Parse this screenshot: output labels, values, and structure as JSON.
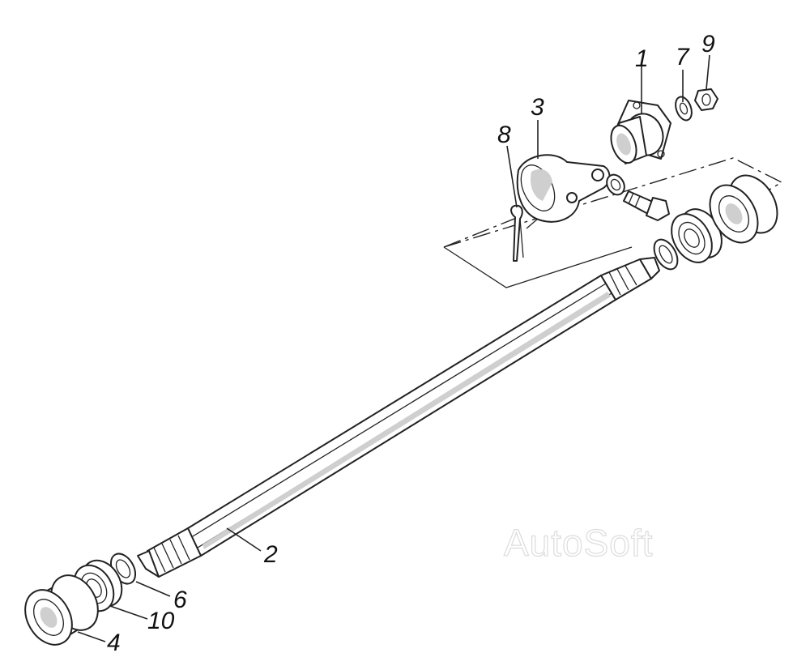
{
  "callouts": [
    {
      "id": "c1",
      "text": "1"
    },
    {
      "id": "c2",
      "text": "2"
    },
    {
      "id": "c3",
      "text": "3"
    },
    {
      "id": "c4",
      "text": "4"
    },
    {
      "id": "c6",
      "text": "6"
    },
    {
      "id": "c7",
      "text": "7"
    },
    {
      "id": "c8",
      "text": "8"
    },
    {
      "id": "c9",
      "text": "9"
    },
    {
      "id": "c10",
      "text": "10"
    }
  ],
  "watermark": "AutoSoft"
}
